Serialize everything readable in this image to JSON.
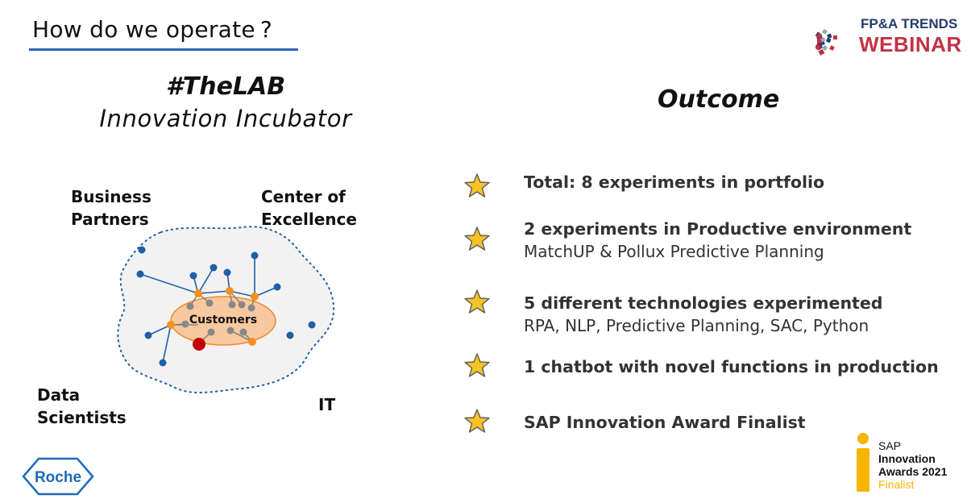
{
  "header": {
    "title": "How do we operate ?"
  },
  "brand": {
    "line1": "FP&A TRENDS",
    "line2": "WEBINAR",
    "colors": {
      "navy": "#233c6c",
      "red": "#c23244"
    }
  },
  "left": {
    "lab_title": "#TheLAB",
    "lab_subtitle": "Innovation Incubator",
    "diagram": {
      "center_label": "Customers",
      "corners": {
        "business_partners": "Business\nPartners",
        "center_of_excellence": "Center of\nExcellence",
        "data_scientists": "Data\nScientists",
        "it": "IT"
      },
      "colors": {
        "blue_node": "#1f5fa6",
        "orange_node": "#f5901e",
        "grey_node": "#888888",
        "red_node": "#c00000",
        "ellipse_fill": "#f8c9a0",
        "ellipse_stroke": "#f08a2a"
      }
    }
  },
  "right": {
    "outcome_title": "Outcome",
    "items": [
      {
        "main": "Total: 8 experiments in portfolio",
        "sub": ""
      },
      {
        "main": "2 experiments in Productive environment",
        "sub": "MatchUP & Pollux Predictive Planning"
      },
      {
        "main": "5 different technologies experimented",
        "sub": "RPA, NLP, Predictive Planning, SAC, Python"
      },
      {
        "main": "1 chatbot with novel functions in production",
        "sub": ""
      },
      {
        "main": "SAP Innovation Award Finalist",
        "sub": ""
      }
    ],
    "star_color": "#f7c325"
  },
  "footer": {
    "roche_logo": "Roche",
    "sap_award": {
      "line1": "SAP",
      "line2": "Innovation",
      "line3": "Awards 2021",
      "line4": "Finalist",
      "accent": "#f5b400"
    }
  }
}
